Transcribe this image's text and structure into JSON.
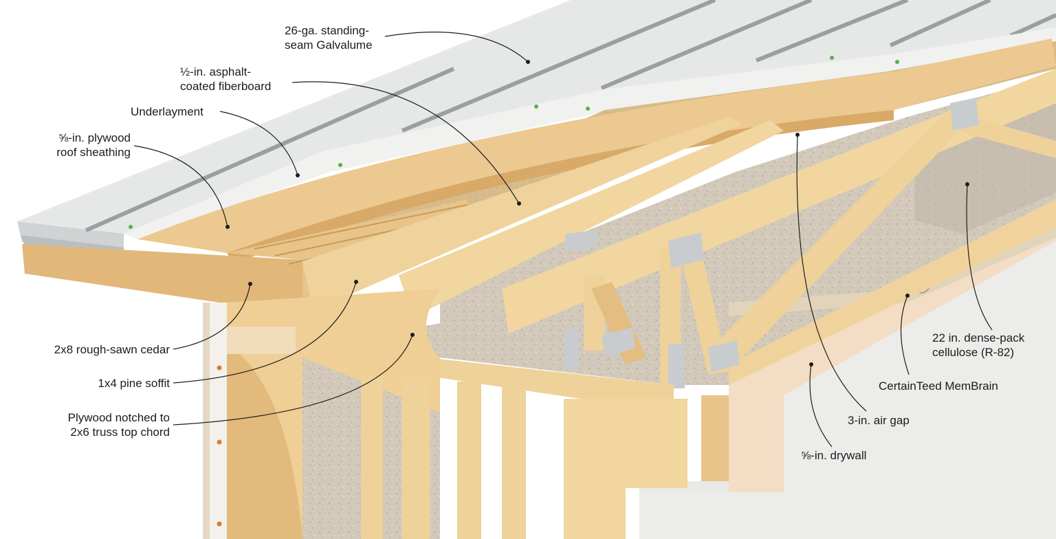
{
  "callouts": {
    "metal_roof": "26-ga. standing-\nseam Galvalume",
    "fiberboard": "½-in. asphalt-\ncoated fiberboard",
    "underlayment": "Underlayment",
    "sheathing": "⅝-in. plywood\nroof sheathing",
    "cedar": "2x8 rough-sawn cedar",
    "soffit": "1x4 pine soffit",
    "plywood_notched": "Plywood notched to\n2x6 truss top chord",
    "cellulose": "22 in. dense-pack\ncellulose (R-82)",
    "membrain": "CertainTeed MemBrain",
    "air_gap": "3-in. air gap",
    "drywall": "⅝-in. drywall"
  },
  "colors": {
    "metal": "#e4e6e6",
    "metal_seam": "#9ea3a5",
    "plywood": "#e9c98f",
    "lumber": "#efd29a",
    "lumber_dark": "#c99a55",
    "fiberboard": "#d7bc8c",
    "cellulose": "#cfc6b6",
    "drywall": "#ececea",
    "membrain": "#ddd0b8",
    "gusset": "#c9ccce",
    "leader": "#1c1c1c"
  }
}
